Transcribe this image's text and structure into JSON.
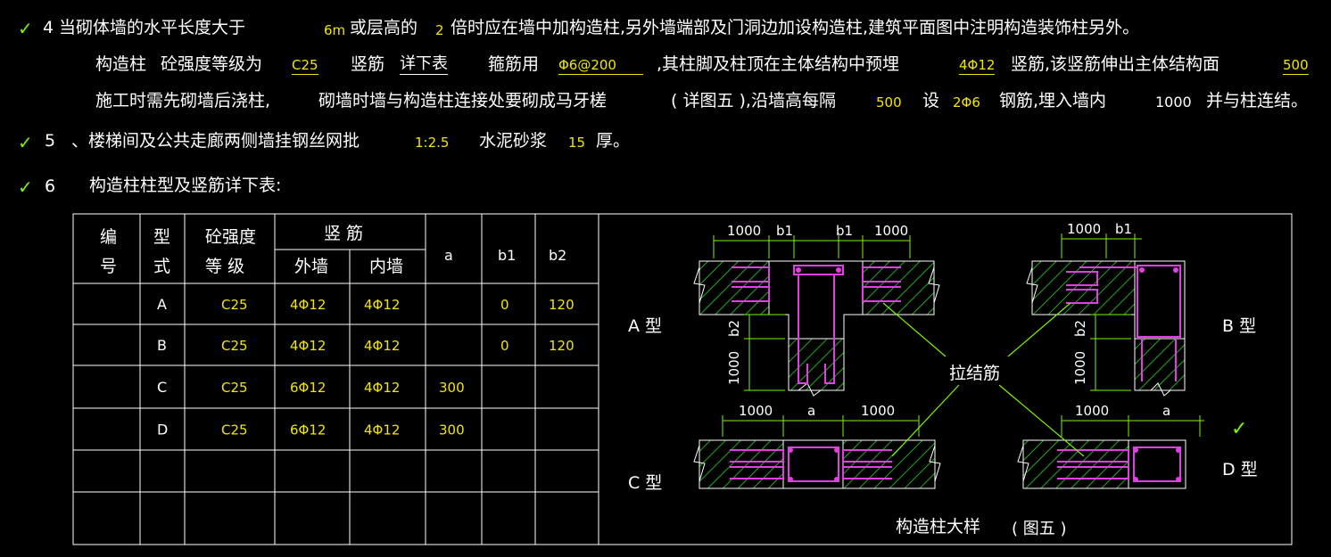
{
  "notes": {
    "item4": {
      "check": "✓",
      "num": "4",
      "t1": "当砌体墙的水平长度大于",
      "v1": "6m",
      "t2": "或层高的",
      "v2": "2",
      "t3": "倍时应在墙中加构造柱,另外墙端部及门洞边加设构造柱,建筑平面图中注明构造装饰柱另外。",
      "l2_t1": "构造柱",
      "l2_t2": "砼强度等级为",
      "l2_v1": "C25",
      "l2_t3": "竖筋",
      "l2_v2": "详下表",
      "l2_t4": "箍筋用",
      "l2_v3": "Φ6@200",
      "l2_t5": ",其柱脚及柱顶在主体结构中预埋",
      "l2_v4": "4Φ12",
      "l2_t6": "竖筋,该竖筋伸出主体结构面",
      "l2_v5": "500",
      "l3_t1": "施工时需先砌墙后浇柱,",
      "l3_t2": "砌墙时墙与构造柱连接处要砌成马牙槎",
      "l3_t3": "( 详图五 ),沿墙高每隔",
      "l3_v1": "500",
      "l3_t4": "设",
      "l3_v2": "2Φ6",
      "l3_t5": "钢筋,埋入墙内",
      "l3_v3": "1000",
      "l3_t6": "并与柱连结。"
    },
    "item5": {
      "check": "✓",
      "num": "5",
      "t1": "、楼梯间及公共走廊两侧墙挂钢丝网批",
      "v1": "1:2.5",
      "t2": "水泥砂浆",
      "v2": "15",
      "t3": "厚。"
    },
    "item6": {
      "check": "✓",
      "num": "6",
      "t1": "构造柱柱型及竖筋详下表:"
    }
  },
  "table": {
    "headers": {
      "id_top": "编",
      "id_bot": "号",
      "type_top": "型",
      "type_bot": "式",
      "grade_top": "砼强度",
      "grade_bot": "等  级",
      "rebar": "竖  筋",
      "outer": "外墙",
      "inner": "内墙",
      "a": "a",
      "b1": "b1",
      "b2": "b2"
    },
    "rows": [
      {
        "type": "A",
        "grade": "C25",
        "outer": "4Φ12",
        "inner": "4Φ12",
        "a": "",
        "b1": "0",
        "b2": "120"
      },
      {
        "type": "B",
        "grade": "C25",
        "outer": "4Φ12",
        "inner": "4Φ12",
        "a": "",
        "b1": "0",
        "b2": "120"
      },
      {
        "type": "C",
        "grade": "C25",
        "outer": "6Φ12",
        "inner": "4Φ12",
        "a": "300",
        "b1": "",
        "b2": ""
      },
      {
        "type": "D",
        "grade": "C25",
        "outer": "6Φ12",
        "inner": "4Φ12",
        "a": "300",
        "b1": "",
        "b2": ""
      },
      {
        "type": "",
        "grade": "",
        "outer": "",
        "inner": "",
        "a": "",
        "b1": "",
        "b2": ""
      },
      {
        "type": "",
        "grade": "",
        "outer": "",
        "inner": "",
        "a": "",
        "b1": "",
        "b2": ""
      }
    ]
  },
  "detail": {
    "labelA": "A 型",
    "labelB": "B 型",
    "labelC": "C 型",
    "labelD": "D 型",
    "tie": "拉结筋",
    "title": "构造柱大样",
    "fig": "( 图五 )",
    "dim1000": "1000",
    "dim_b1": "b1",
    "dim_b2": "b2",
    "dim_a": "a",
    "check": "✓"
  },
  "colors": {
    "white": "#ffffff",
    "yellow": "#f2e600",
    "green": "#7cf500",
    "magenta": "#e040e0",
    "hatch": "#1faa1f"
  }
}
